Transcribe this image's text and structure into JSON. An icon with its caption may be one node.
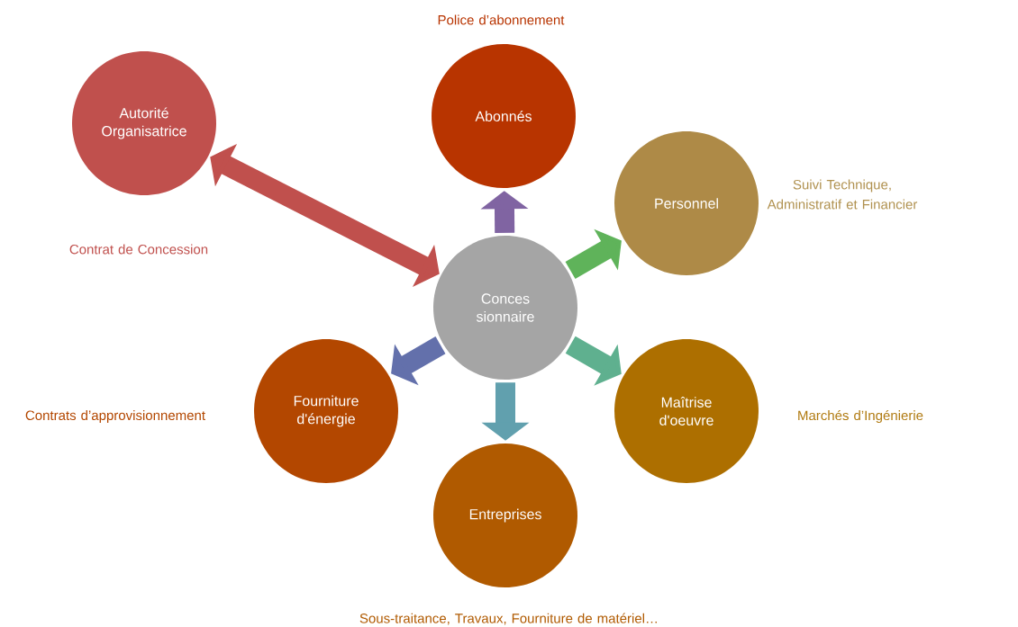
{
  "diagram": {
    "nodes": [
      {
        "text": [
          "Autorité Organisatrice"
        ],
        "beside": [
          "Contrat de Concession"
        ]
      },
      {
        "text": [
          "Abonnés"
        ],
        "beside": [
          "Police d’abonnement"
        ]
      },
      {
        "text": [
          "Personnel"
        ],
        "beside": [
          "Suivi Technique, Administratif et Financier"
        ]
      },
      {
        "text": [
          "Conces sionnaire"
        ]
      },
      {
        "text": [
          "Fourniture d'énergie"
        ],
        "beside": [
          "Contrats d’approvisionnement"
        ]
      },
      {
        "text": [
          "Maîtrise d'oeuvre"
        ],
        "beside": [
          "Marchés d’Ingénierie"
        ]
      },
      {
        "text": [
          "Entreprises"
        ],
        "beside": [
          "Sous-traitance, Travaux, Fourniture de matériel…"
        ]
      }
    ],
    "edges": [
      {
        "from": 0,
        "to": 3,
        "arrow": "both",
        "color": "#c0504d"
      },
      {
        "from": 3,
        "to": 1,
        "arrow": "to",
        "color": "#8064a2"
      },
      {
        "from": 3,
        "to": 2,
        "arrow": "to",
        "color": "#5fb35a"
      },
      {
        "from": 3,
        "to": 4,
        "arrow": "to",
        "color": "#6370ab"
      },
      {
        "from": 3,
        "to": 5,
        "arrow": "to",
        "color": "#5fb08f"
      },
      {
        "from": 3,
        "to": 6,
        "arrow": "to",
        "color": "#61a0ae"
      }
    ]
  }
}
